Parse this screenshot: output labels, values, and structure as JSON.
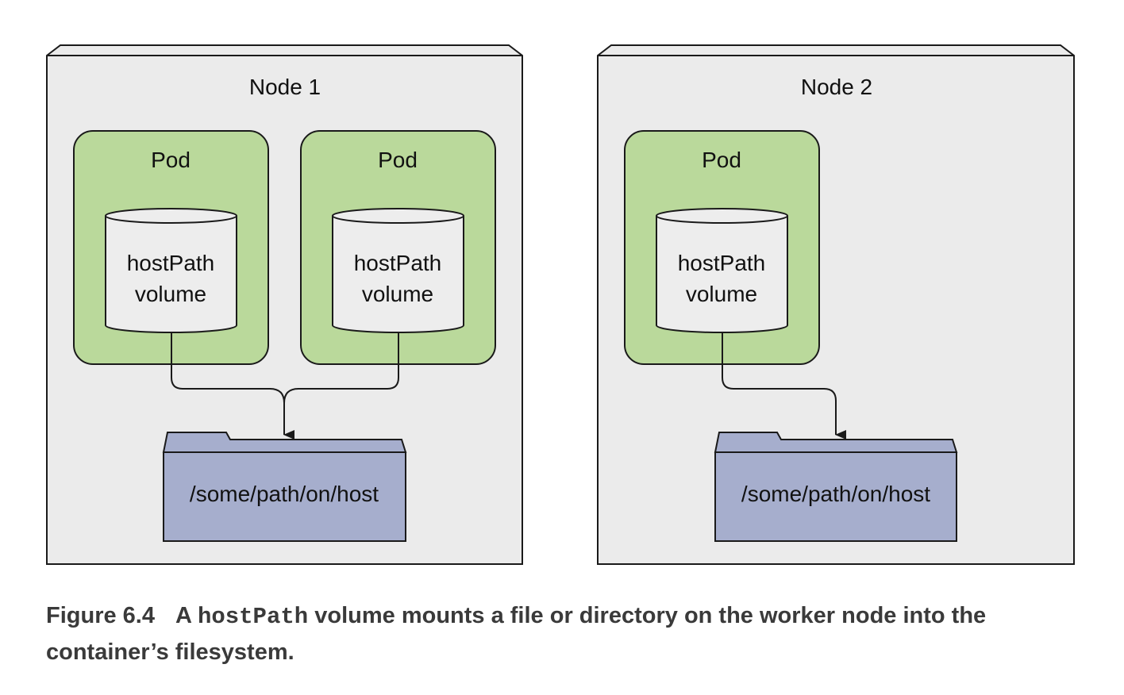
{
  "nodes": [
    {
      "title": "Node 1",
      "pods": [
        {
          "title": "Pod",
          "volume_line1": "hostPath",
          "volume_line2": "volume"
        },
        {
          "title": "Pod",
          "volume_line1": "hostPath",
          "volume_line2": "volume"
        }
      ],
      "folder_label": "/some/path/on/host"
    },
    {
      "title": "Node 2",
      "pods": [
        {
          "title": "Pod",
          "volume_line1": "hostPath",
          "volume_line2": "volume"
        }
      ],
      "folder_label": "/some/path/on/host"
    }
  ],
  "caption": {
    "figure_label": "Figure 6.4",
    "text_before": "A ",
    "code": "hostPath",
    "text_after": " volume mounts a file or directory on the worker node into the container’s filesystem."
  },
  "colors": {
    "node_fill": "#ebebeb",
    "pod_fill": "#bad99b",
    "volume_fill": "#ededed",
    "folder_fill": "#a6aecd",
    "stroke": "#1a1a1a",
    "caption_text": "#3a3a3a"
  }
}
